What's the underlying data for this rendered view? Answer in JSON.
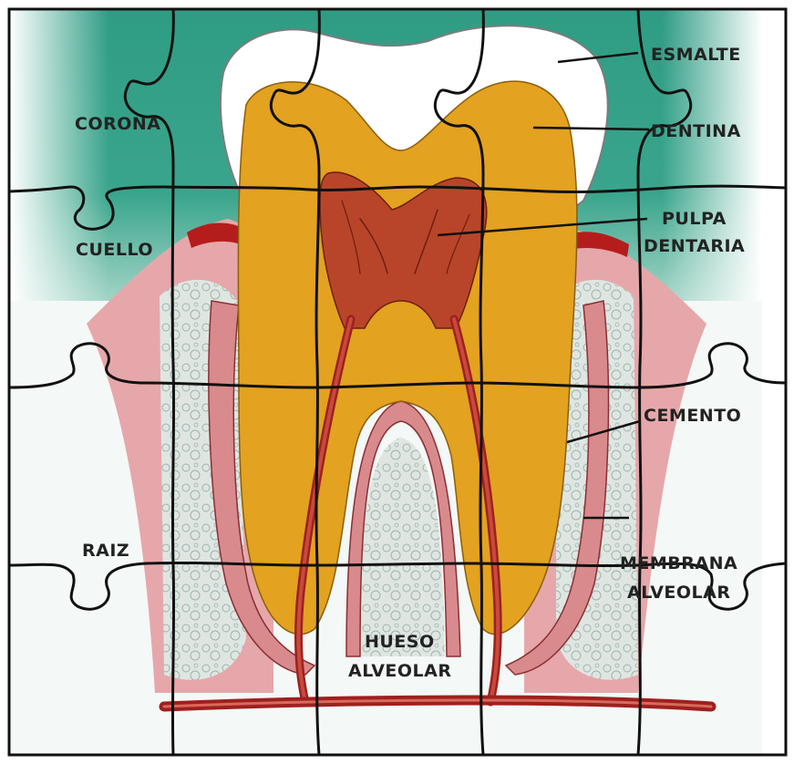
{
  "labels": {
    "corona": "CORONA",
    "cuello": "CUELLO",
    "raiz": "RAIZ",
    "esmalte": "ESMALTE",
    "dentina": "DENTINA",
    "pulpa_1": "PULPA",
    "pulpa_2": "DENTARIA",
    "cemento": "CEMENTO",
    "membrana_1": "MEMBRANA",
    "membrana_2": "ALVEOLAR",
    "hueso_1": "HUESO",
    "hueso_2": "ALVEOLAR"
  },
  "colors": {
    "gum_background": "#2f9c84",
    "enamel": "#ffffff",
    "dentin": "#e3a21f",
    "pulp": "#b8452a",
    "gum_tissue": "#d9868a",
    "cementum": "#c86a6a",
    "bone": "#d4ddd8",
    "blood_vessel": "#9e2020",
    "puzzle_line": "#111111"
  }
}
